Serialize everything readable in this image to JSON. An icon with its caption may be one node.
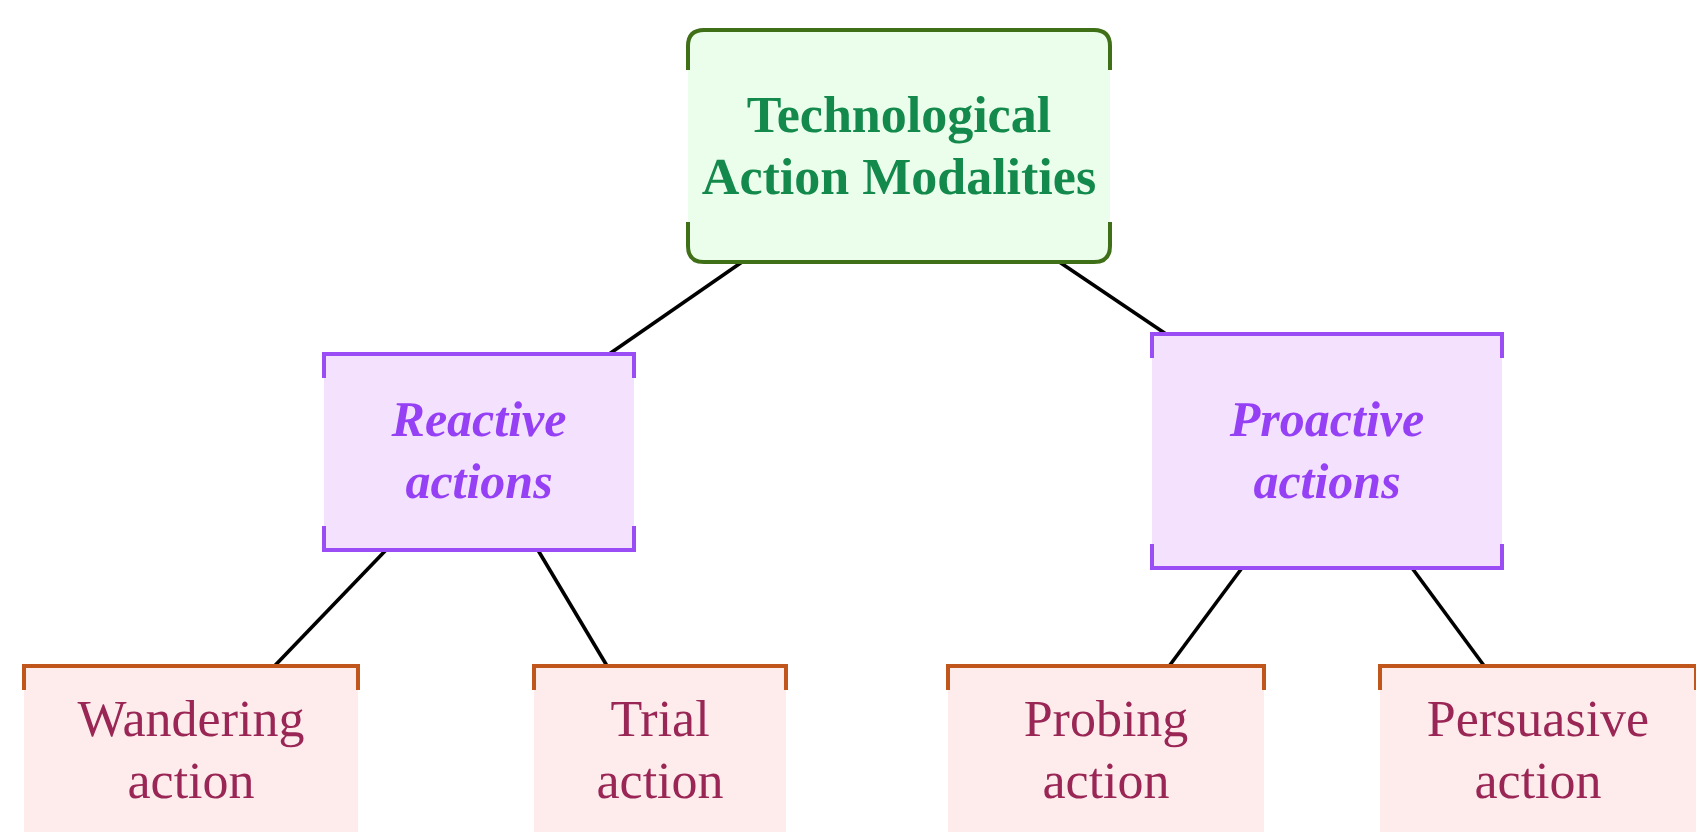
{
  "diagram": {
    "nodes": [
      {
        "text": [
          "Technological Action Modalities"
        ]
      },
      {
        "text": [
          "Reactive actions"
        ]
      },
      {
        "text": [
          "Proactive actions"
        ]
      },
      {
        "text": [
          "Wandering action"
        ]
      },
      {
        "text": [
          "Trial action"
        ]
      },
      {
        "text": [
          "Probing action"
        ]
      },
      {
        "text": [
          "Persuasive action"
        ]
      }
    ],
    "edges": [
      {
        "from": 0,
        "to": 1,
        "arrow": "none"
      },
      {
        "from": 0,
        "to": 2,
        "arrow": "none"
      },
      {
        "from": 1,
        "to": 3,
        "arrow": "none"
      },
      {
        "from": 1,
        "to": 4,
        "arrow": "none"
      },
      {
        "from": 2,
        "to": 5,
        "arrow": "none"
      },
      {
        "from": 2,
        "to": 6,
        "arrow": "none"
      }
    ]
  }
}
